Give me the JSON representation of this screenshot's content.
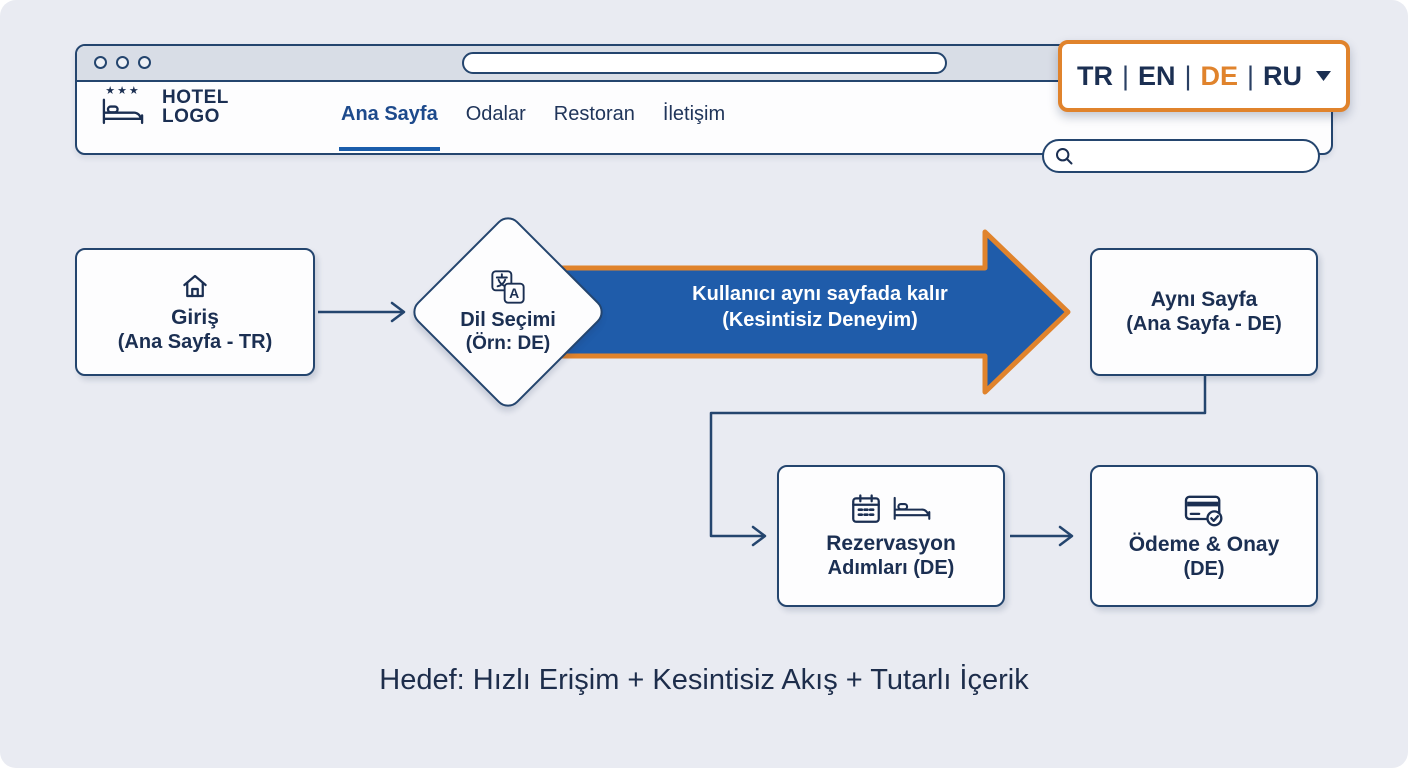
{
  "colors": {
    "background": "#e9ebf2",
    "navy_text": "#1b2f52",
    "navy_border": "#24456e",
    "accent_blue": "#1f5caa",
    "nav_active_blue": "#1a5dab",
    "accent_orange": "#e0832c",
    "chrome_gray": "#d8dde6",
    "box_white": "#fdfdfe"
  },
  "browser": {
    "logo": {
      "stars": "★★★",
      "line1": "HOTEL",
      "line2": "LOGO"
    },
    "nav": {
      "items": [
        {
          "label": "Ana Sayfa",
          "active": true
        },
        {
          "label": "Odalar",
          "active": false
        },
        {
          "label": "Restoran",
          "active": false
        },
        {
          "label": "İletişim",
          "active": false
        }
      ]
    },
    "search": {
      "value": ""
    },
    "language_selector": {
      "options": [
        "TR",
        "EN",
        "DE",
        "RU"
      ],
      "separator": "|",
      "active": "DE"
    }
  },
  "icons": {
    "traffic_lights": "three outlined circles",
    "hotel_logo": "bed outline with three stars",
    "search": "magnifier",
    "language_caret": "▼",
    "start": "home outline",
    "decision": "translate squares (文 / A)",
    "reservation": "calendar grid + bed outline",
    "payment": "credit card with check badge"
  },
  "flow": {
    "start_box": {
      "title": "Giriş",
      "subtitle": "(Ana Sayfa - TR)"
    },
    "decision_diamond": {
      "title": "Dil Seçimi",
      "subtitle": "(Örn: DE)"
    },
    "main_arrow": {
      "line1": "Kullanıcı aynı sayfada kalır",
      "line2": "(Kesintisiz Deneyim)"
    },
    "result_box": {
      "title": "Aynı Sayfa",
      "subtitle": "(Ana Sayfa - DE)"
    },
    "reservation_box": {
      "title": "Rezervasyon",
      "subtitle": "Adımları (DE)"
    },
    "payment_box": {
      "title": "Ödeme & Onay",
      "subtitle": "(DE)"
    }
  },
  "footer": {
    "text": "Hedef: Hızlı Erişim + Kesintisiz Akış + Tutarlı İçerik"
  }
}
